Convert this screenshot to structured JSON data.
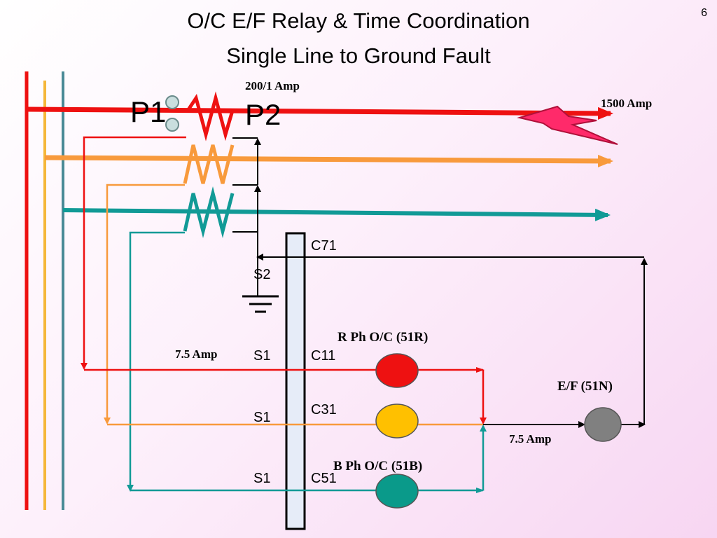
{
  "slide": {
    "number": "6",
    "title_line1": "O/C E/F Relay & Time Coordination",
    "title_line2": "Single Line to Ground Fault"
  },
  "labels": {
    "ct_ratio": "200/1 Amp",
    "fault_current": "1500 Amp",
    "p1": "P1",
    "p2": "P2",
    "c71": "C71",
    "s2": "S2",
    "relay_r": "R Ph O/C (51R)",
    "relay_n": "E/F (51N)",
    "relay_b": "B Ph O/C (51B)",
    "secondary_current_left": "7.5 Amp",
    "secondary_current_right": "7.5 Amp",
    "s1_r": "S1",
    "s1_y": "S1",
    "s1_b": "S1",
    "c11": "C11",
    "c31": "C31",
    "c51": "C51"
  },
  "colors": {
    "r_phase": "#ee1111",
    "y_phase": "#f89a3c",
    "b_phase": "#119a96",
    "relay_r": "#ee1111",
    "relay_y": "#ffc000",
    "relay_b": "#0a9a8a",
    "relay_n": "#808080",
    "lightning": "#ff2a6a",
    "panel": "#e6ecf8"
  }
}
